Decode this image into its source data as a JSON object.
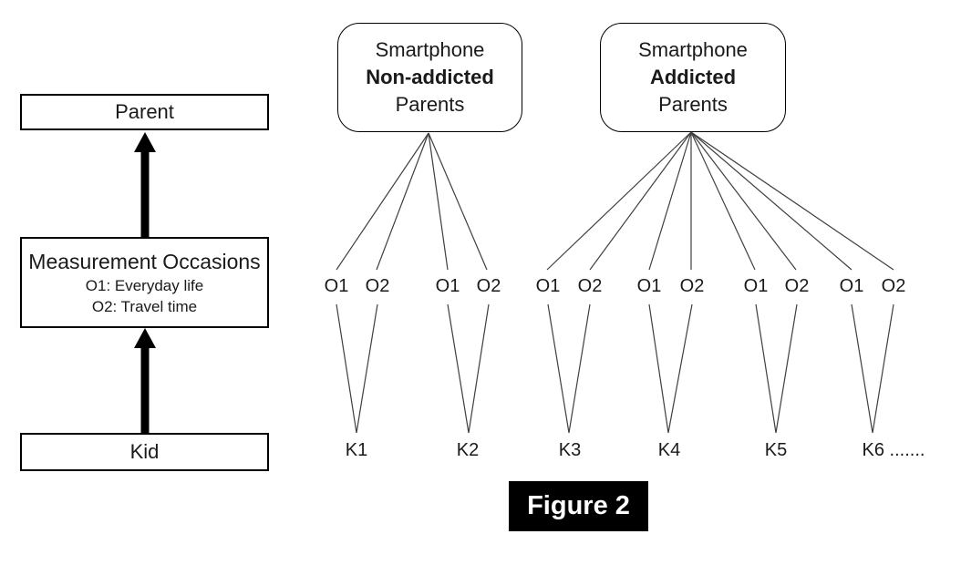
{
  "diagram": {
    "left_panel": {
      "parent_label": "Parent",
      "measurement_title": "Measurement Occasions",
      "measurement_o1": "O1: Everyday life",
      "measurement_o2": "O2: Travel time",
      "kid_label": "Kid"
    },
    "group_boxes": [
      {
        "line1": "Smartphone",
        "line2": "Non-addicted",
        "line3": "Parents"
      },
      {
        "line1": "Smartphone",
        "line2": "Addicted",
        "line3": "Parents"
      }
    ],
    "occasion_labels": [
      "O1",
      "O2",
      "O1",
      "O2",
      "O1",
      "O2",
      "O1",
      "O2",
      "O1",
      "O2",
      "O1",
      "O2"
    ],
    "kid_labels": [
      "K1",
      "K2",
      "K3",
      "K4",
      "K5",
      "K6 ......."
    ],
    "caption": "Figure 2",
    "colors": {
      "connector": "#3f3f3f",
      "border": "#000000",
      "caption_bg": "#000000",
      "caption_fg": "#ffffff",
      "background": "#ffffff",
      "text": "#1a1a1a"
    }
  }
}
